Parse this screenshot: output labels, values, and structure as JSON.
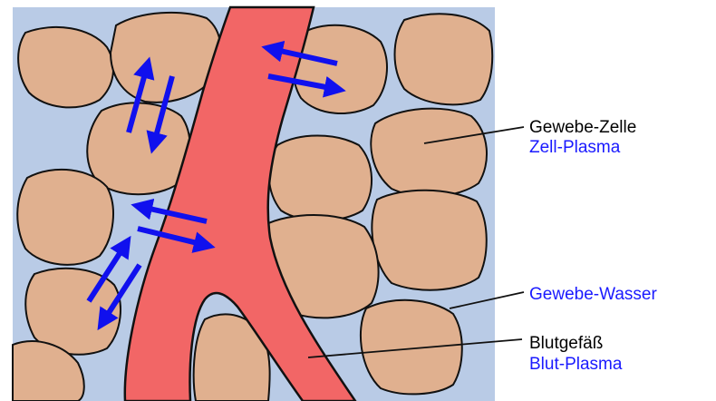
{
  "labels": {
    "cell": "Gewebe-Zelle",
    "cell_plasma": "Zell-Plasma",
    "tissue_water": "Gewebe-Wasser",
    "vessel": "Blutgefäß",
    "blood_plasma": "Blut-Plasma"
  },
  "colors": {
    "tissue_fluid": "#b9cbe6",
    "cell": "#e0b08f",
    "vessel": "#f26666",
    "arrow": "#1010ee",
    "outline": "#111111",
    "text_black": "#000000",
    "text_blue": "#1a1aff"
  }
}
